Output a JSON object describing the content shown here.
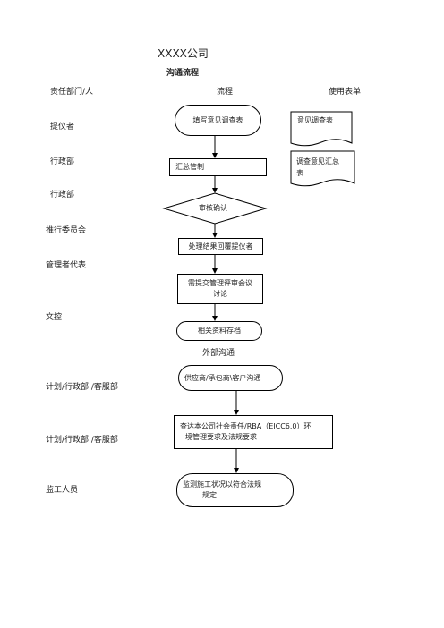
{
  "company_title": "XXXX公司",
  "section_title": "沟通流程",
  "headers": {
    "dept": "责任部门/人",
    "process": "流程",
    "forms": "使用表单"
  },
  "roles": [
    "提仪者",
    "行政部",
    "行政部",
    "推行委员会",
    "管理者代表",
    "文控",
    "计划/行政部 /客服部",
    "计划/行政部 /客服部",
    "监工人员"
  ],
  "flow": {
    "fill_form": "填写意见调查表",
    "summarize": "汇总管制",
    "review": "审核确认",
    "feedback": "处理结果回覆提仪者",
    "submit_line1": "需提交管理评审会议",
    "submit_line2": "讨论",
    "archive": "相关资料存档",
    "external": "外部沟通",
    "supplier": "供应商/承包商\\客户沟通",
    "check_line1": "查达本公司社会责任/RBA（EICC6.0）环",
    "check_line2": "境管理要求及法规要求",
    "monitor_line1": "监测施工状况以符合法规",
    "monitor_line2": "规定"
  },
  "forms": {
    "survey": "意见调查表",
    "summary_line1": "调查意见汇总",
    "summary_line2": "表"
  }
}
